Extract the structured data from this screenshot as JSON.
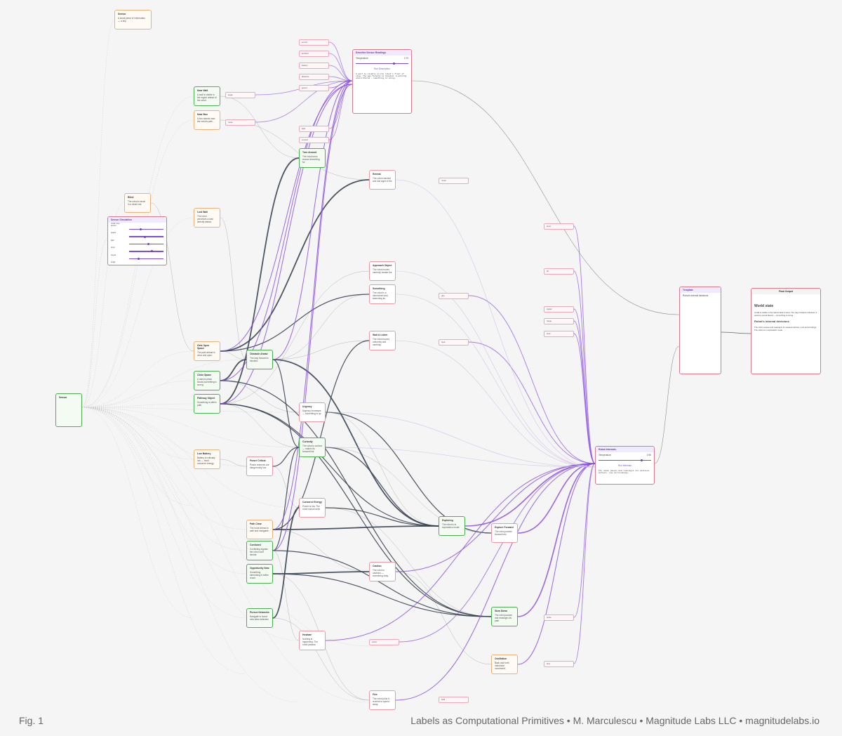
{
  "footer": {
    "fig": "Fig. 1",
    "credit": "Labels as Computational Primitives • M. Marculescu • Magnitude Labs LLC • magnitudelabs.io"
  },
  "colors": {
    "edge_dark": "#3a4452",
    "edge_purple": "#8a4fe0",
    "edge_light": "#c9b7e6",
    "edge_gray": "#b9b9b9",
    "node_green": "#4caf50",
    "node_pink": "#e79aa8",
    "node_orange": "#e8b37b",
    "background": "#f5f5f5"
  },
  "nodes": [
    {
      "id": "n1",
      "title": "Sensor",
      "body": "A small piece of information — a key.",
      "style": "orange"
    },
    {
      "id": "n2",
      "title": "Start node",
      "body": "",
      "style": "green"
    },
    {
      "id": "n3",
      "title": "Near Wall",
      "body": "A wall is visible in the region ahead of the robot.",
      "style": "green"
    },
    {
      "id": "n4",
      "title": "Near Box",
      "body": "A box stands near the robot's path.",
      "style": "orange"
    },
    {
      "id": "n5",
      "title": "Blind",
      "body": "The robot is stuck in a dead end.",
      "style": "orange"
    },
    {
      "id": "n6",
      "title": "Lost Wall",
      "body": "The robot perceives a wall directly ahead.",
      "style": "orange"
    },
    {
      "id": "n7",
      "title": "Turn Around",
      "body": "The robot turns around searching for",
      "style": "green"
    },
    {
      "id": "n8",
      "title": "Retreat",
      "body": "The robot reached and lost sight of the",
      "style": "pink"
    },
    {
      "id": "n9",
      "title": "Approach Object",
      "body": "The robot moves carefully toward the",
      "style": "pink"
    },
    {
      "id": "n10",
      "title": "Something",
      "body": "The robot is a discovered and searching its",
      "style": "pink"
    },
    {
      "id": "n11",
      "title": "Wait & Listen",
      "body": "The robot moves uniformly and carefully.",
      "style": "pink"
    },
    {
      "id": "n12",
      "title": "Obstacle Ahead",
      "body": "The way forward is blocked.",
      "style": "green"
    },
    {
      "id": "n13",
      "title": "Gets Open Space",
      "body": "The path ahead is clear and open.",
      "style": "orange"
    },
    {
      "id": "n14",
      "title": "Close Space",
      "body": "A narrow place blocks something is wrong.",
      "style": "green"
    },
    {
      "id": "n15",
      "title": "Pathway Object",
      "body": "Something is within path.",
      "style": "green"
    },
    {
      "id": "n16",
      "title": "Urgency",
      "body": "Urgency increases — something is up.",
      "style": "pink"
    },
    {
      "id": "n17",
      "title": "Curiosity",
      "body": "The robot is curious — makes its forward link",
      "style": "green"
    },
    {
      "id": "n18",
      "title": "Low Battery",
      "body": "Battery is critically low — must conserve energy.",
      "style": "orange"
    },
    {
      "id": "n19",
      "title": "Power Critical",
      "body": "Power reserves are dangerously low.",
      "style": "pink"
    },
    {
      "id": "n20",
      "title": "Conserve Energy",
      "body": "Power is low. The robot should seek",
      "style": "pink"
    },
    {
      "id": "n21",
      "title": "Path Clear",
      "body": "The route ahead is safe and navigable.",
      "style": "orange"
    },
    {
      "id": "n22",
      "title": "Confused",
      "body": "Conflicting signals the robot can't decide.",
      "style": "green"
    },
    {
      "id": "n23",
      "title": "Opportunity Near",
      "body": "Something interesting is within reach.",
      "style": "green"
    },
    {
      "id": "n24",
      "title": "Caution",
      "body": "The robot is cautious — something risky.",
      "style": "pink"
    },
    {
      "id": "n25",
      "title": "Pursue Networks",
      "body": "Navigate to found new sites detected.",
      "style": "green"
    },
    {
      "id": "n26",
      "title": "Hesitate",
      "body": "Nothing is happening. The robot pauses.",
      "style": "pink"
    },
    {
      "id": "n27",
      "title": "Exploring",
      "body": "The robot is in exploration mode.",
      "style": "green"
    },
    {
      "id": "n28",
      "title": "Explore Forward",
      "body": "The robot pushes forward into",
      "style": "pink"
    },
    {
      "id": "n29",
      "title": "Slow Down",
      "body": "The robot pauses and reassigns its path.",
      "style": "green"
    },
    {
      "id": "n30",
      "title": "Oscillation",
      "body": "Back and forth indecisive movement.",
      "style": "orange"
    },
    {
      "id": "n31",
      "title": "Flee",
      "body": "The robot pulls in reverse to speed away.",
      "style": "pink"
    },
    {
      "id": "n32",
      "title": "Robot Internals",
      "body": "",
      "style": "pink"
    },
    {
      "id": "n33",
      "title": "Template",
      "body": "",
      "style": "pink"
    },
    {
      "id": "n34",
      "title": "Fixed Escape",
      "body": "",
      "style": "pink"
    },
    {
      "id": "n35",
      "title": "Describe Sensor Readings",
      "body": "",
      "style": "pink"
    },
    {
      "id": "n36",
      "title": "Sensor",
      "body": "",
      "style": "green"
    }
  ],
  "panels": {
    "sensor_panel": {
      "title": "Sensor Simulation",
      "rows": [
        "mode: free",
        "sensor",
        "speed",
        "light",
        "temp",
        "sound",
        "angle",
        "power",
        "range",
        "signal",
        "dist"
      ]
    },
    "describe_panel": {
      "title": "Describe Sensor Readings",
      "field": "Temperature",
      "value": "0.70",
      "button": "Run Description",
      "text": "A wall is visible on the robot's front of view. The way forward is blocked. A warning alarm blared — something is wrong."
    },
    "internals_panel": {
      "title": "Robot Internals",
      "field": "Temperature",
      "value": "0.90",
      "button": "Run Internals",
      "text": "The robot pauses and reassigns its cautious actions. Low surroundings..."
    },
    "template_panel": {
      "title": "Template",
      "text": "Robot's internal decisions"
    },
    "output_panel": {
      "title": "Final Output",
      "h1": "World state",
      "p1": "A wall is visible in the robot's field of view. The way forward is blocked. A warning sound blared — something is wrong.",
      "h2": "Robot's internal decisions",
      "p2": "The robot pauses and reassigns its cautious actions. Low surroundings. The robot is in exploration mode."
    }
  },
  "chips": [
    "sensor",
    "ambient",
    "battery",
    "distance",
    "speed",
    "angle",
    "noise",
    "light",
    "contact",
    "motor",
    "temp",
    "tilt",
    "grip",
    "signal",
    "range",
    "load",
    "heat",
    "pulse",
    "orient",
    "flow",
    "field"
  ]
}
